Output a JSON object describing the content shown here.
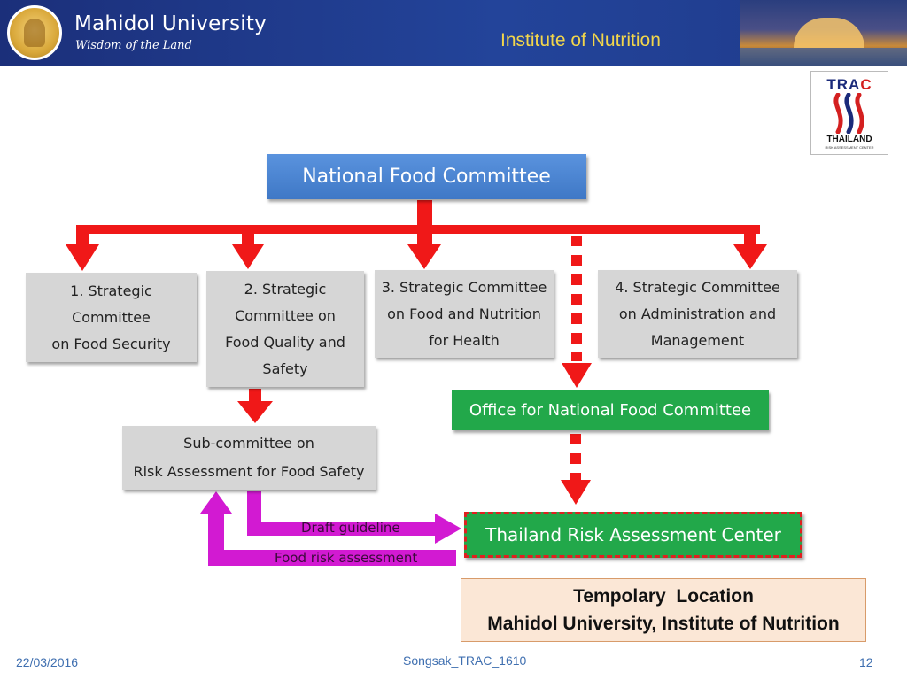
{
  "header": {
    "university_name": "Mahidol University",
    "tagline": "Wisdom of the Land",
    "institute": "Institute of Nutrition"
  },
  "trac_logo": {
    "acronym_start": "TRA",
    "acronym_end": "C",
    "country": "THAILAND",
    "subtitle": "RISK ASSESSMENT CENTER"
  },
  "diagram": {
    "top": "National Food Committee",
    "committees": [
      [
        "1. Strategic",
        "Committee",
        "on Food Security"
      ],
      [
        "2. Strategic",
        "Committee on",
        "Food Quality and",
        "Safety"
      ],
      [
        "3. Strategic Committee",
        "on Food and Nutrition",
        "for Health"
      ],
      [
        "4. Strategic Committee",
        "on Administration and",
        "Management"
      ]
    ],
    "subcommittee": [
      "Sub-committee on",
      "Risk Assessment for Food Safety"
    ],
    "office": "Office for National Food Committee",
    "trac_center": "Thailand Risk Assessment Center",
    "arrow_draft": "Draft guideline",
    "arrow_risk": "Food risk assessment"
  },
  "location": {
    "line1": "Tempolary  Location",
    "line2": "Mahidol University, Institute of Nutrition"
  },
  "footer": {
    "date": "22/03/2016",
    "center": "Songsak_TRAC_1610",
    "page": "12"
  },
  "colors": {
    "header_blue": "#1f3a8a",
    "institute_yellow": "#f2d64b",
    "arrow_red": "#f01818",
    "arrow_magenta": "#d21ad2",
    "box_blue": "#4f86d1",
    "box_green": "#22a84a",
    "box_gray": "#d6d6d6",
    "location_fill": "#fbe7d6"
  }
}
